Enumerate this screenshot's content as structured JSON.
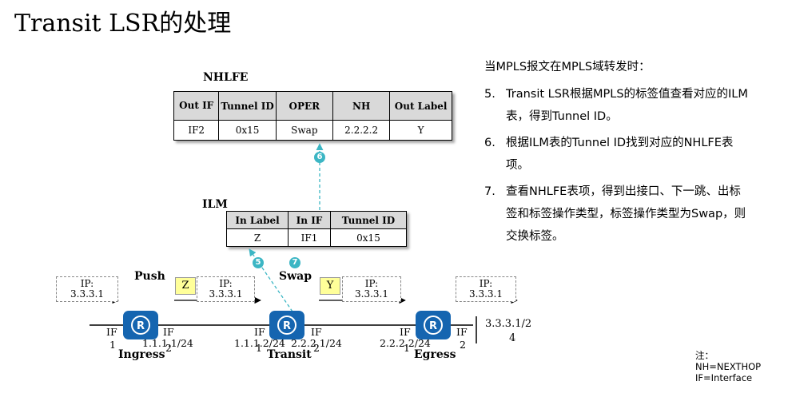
{
  "title": "Transit LSR的处理",
  "nhlfe": {
    "label": "NHLFE",
    "headers": [
      "Out IF",
      "Tunnel ID",
      "OPER",
      "NH",
      "Out Label"
    ],
    "row": [
      "IF2",
      "0x15",
      "Swap",
      "2.2.2.2",
      "Y"
    ]
  },
  "ilm": {
    "label": "ILM",
    "headers": [
      "In Label",
      "In IF",
      "Tunnel ID"
    ],
    "row": [
      "Z",
      "IF1",
      "0x15"
    ]
  },
  "steps_intro": "当MPLS报文在MPLS域转发时：",
  "steps": [
    {
      "num": "5.",
      "text": "Transit LSR根据MPLS的标签值查看对应的ILM表，得到Tunnel ID。"
    },
    {
      "num": "6.",
      "text": "根据ILM表的Tunnel ID找到对应的NHLFE表项。"
    },
    {
      "num": "7.",
      "text": "查看NHLFE表项，得到出接口、下一跳、出标签和标签操作类型，标签操作类型为Swap，则交换标签。"
    }
  ],
  "markers": [
    "5",
    "6",
    "7"
  ],
  "packets": {
    "ip_label": "IP:",
    "ip_value": "3.3.3.1",
    "push_label": "Push",
    "swap_label": "Swap",
    "label_z": "Z",
    "label_y": "Y"
  },
  "nodes": {
    "ingress": {
      "name": "Ingress",
      "if_left": "IF",
      "if_left_num": "1",
      "if_right": "IF",
      "addr": "1.1.1.1/24",
      "addr_num": "2"
    },
    "transit": {
      "name": "Transit",
      "if_left": "IF",
      "if_right": "IF",
      "addr_left": "1.1.1.2/24",
      "addr_right": "2.2.2.1/24",
      "if_left_num": "1",
      "if_right_num": "2"
    },
    "egress": {
      "name": "Egress",
      "if_left": "IF",
      "if_right": "IF",
      "addr": "2.2.2.2/24",
      "if_left_num": "1",
      "if_right_num": "2"
    },
    "dest_addr_line1": "3.3.3.1/2",
    "dest_addr_line2": "4",
    "router_glyph": "R"
  },
  "note": {
    "line1": "注：",
    "line2": "NH=NEXTHOP",
    "line3": "IF=Interface"
  },
  "colors": {
    "router": "#1565b0",
    "marker": "#3cb6c4",
    "label_box": "#ffff99",
    "header": "#d9d9d9"
  }
}
